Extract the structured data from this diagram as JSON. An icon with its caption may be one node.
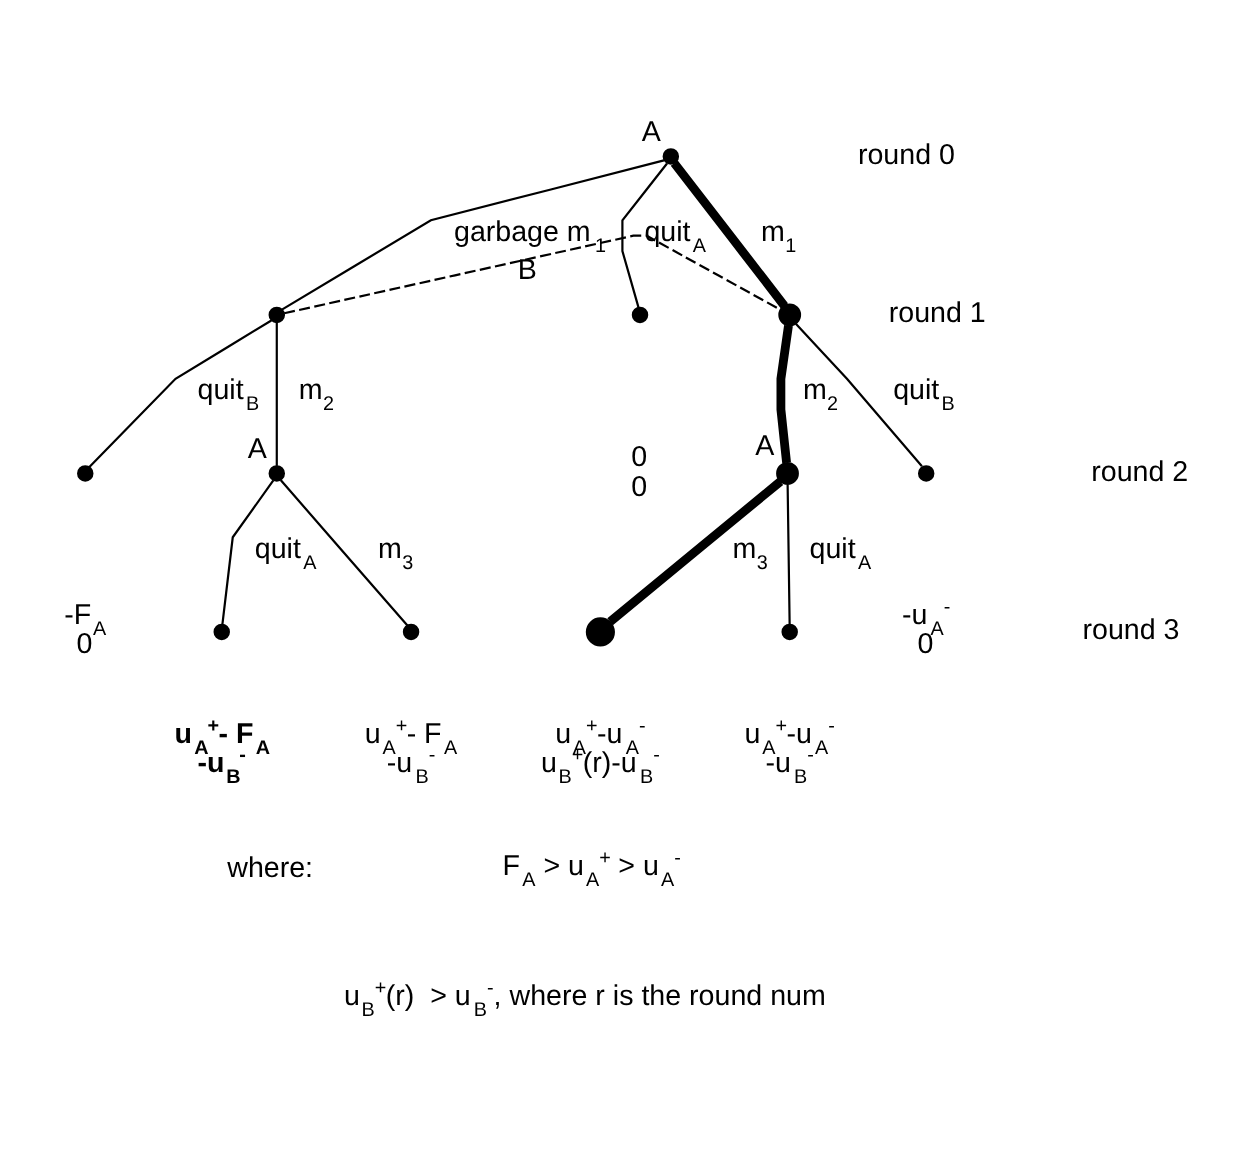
{
  "diagram": {
    "nodes": [
      {
        "text": [],
        "shape": "circle",
        "beside": [
          "A"
        ]
      },
      {
        "text": [],
        "shape": "circle"
      },
      {
        "text": [],
        "shape": "circle"
      },
      {
        "text": [],
        "shape": "circle",
        "beside": [
          "0",
          "0"
        ]
      },
      {
        "text": [],
        "shape": "circle",
        "beside": [
          "-F$_{A}$",
          "0"
        ]
      },
      {
        "text": [],
        "shape": "circle",
        "beside": [
          "A"
        ]
      },
      {
        "text": [],
        "shape": "circle",
        "beside": [
          "u$_{A}$$^{+}$- F$_{A}$",
          "-u$_{B}$$^{-}$"
        ]
      },
      {
        "text": [],
        "shape": "circle",
        "beside": [
          "u$_{A}$$^{+}$- F$_{A}$",
          "-u$_{B}$$^{-}$"
        ]
      },
      {
        "text": [],
        "shape": "circle",
        "beside": [
          "A"
        ]
      },
      {
        "text": [],
        "shape": "circle",
        "beside": [
          "-u$_{A}$$^{-}$",
          "0"
        ]
      },
      {
        "text": [],
        "shape": "circle",
        "beside": [
          "u$_{A}$$^{+}$-u$_{A}$$^{-}$",
          "u$_{B}$$^{+}$(r)-u$_{B}$$^{-}$"
        ]
      },
      {
        "text": [],
        "shape": "circle",
        "beside": [
          "u$_{A}$$^{+}$-u$_{A}$$^{-}$",
          "-u$_{B}$$^{-}$"
        ]
      }
    ],
    "edges": [
      {
        "from": 0,
        "to": 1,
        "arrow": "none",
        "label": "garbage m$_{1}$"
      },
      {
        "from": 0,
        "to": 2,
        "arrow": "none",
        "label": "m$_{1}$",
        "style": "thick"
      },
      {
        "from": 0,
        "to": 3,
        "arrow": "none",
        "label": "quit$_{A}$"
      },
      {
        "from": 1,
        "to": 2,
        "arrow": "none",
        "label": "B",
        "style": "dashed"
      },
      {
        "from": 1,
        "to": 4,
        "arrow": "none",
        "label": "quit$_{B}$"
      },
      {
        "from": 1,
        "to": 5,
        "arrow": "none",
        "label": "m$_{2}$"
      },
      {
        "from": 2,
        "to": 8,
        "arrow": "none",
        "label": "m$_{2}$",
        "style": "thick"
      },
      {
        "from": 2,
        "to": 9,
        "arrow": "none",
        "label": "quit$_{B}$"
      },
      {
        "from": 5,
        "to": 6,
        "arrow": "none",
        "label": "quit$_{A}$"
      },
      {
        "from": 5,
        "to": 7,
        "arrow": "none",
        "label": "m$_{3}$"
      },
      {
        "from": 8,
        "to": 10,
        "arrow": "none",
        "label": "m$_{3}$",
        "style": "thick"
      },
      {
        "from": 8,
        "to": 11,
        "arrow": "none",
        "label": "quit$_{A}$"
      }
    ],
    "labels": [
      "round 0",
      "round 1",
      "round 2",
      "round 3",
      "where:",
      "F$_{A}$ > u$_{A}$$^{+}$ > u$_{A}$$^{-}$",
      "u$_{B}$$^{+}$(r)  > u$_{B}$$^{-}$, where r is the round num"
    ]
  }
}
